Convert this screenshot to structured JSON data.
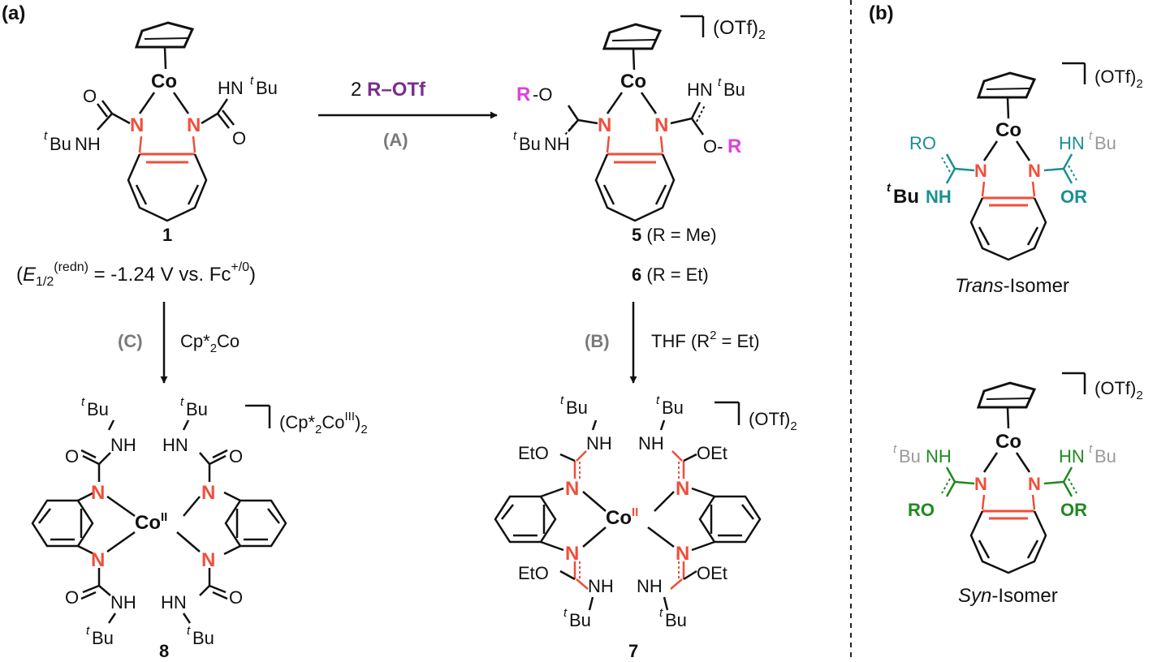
{
  "panels": {
    "a": "(a)",
    "b": "(b)"
  },
  "colors": {
    "bond_red": "#f04e3a",
    "reagent_purple": "#7b2d8e",
    "r_magenta": "#e040e0",
    "step_gray": "#7a7a7a",
    "trans_teal": "#1a8f94",
    "syn_green": "#1e8a1e",
    "muted_gray": "#9a9a9a",
    "black": "#111111"
  },
  "atoms": {
    "co": "Co",
    "co_ii": "Co",
    "ii": "II",
    "n": "N",
    "o": "O",
    "r": "R",
    "bu": "Bu",
    "t": "t",
    "hn": "HN",
    "nh": "NH",
    "ro": "RO",
    "or": "OR",
    "eto": "EtO",
    "oet": "OEt"
  },
  "reactions": {
    "a_reagent_num": "2 ",
    "a_reagent": "R–OTf",
    "a_step": "(A)",
    "b_step": "(B)",
    "b_reagent": "THF (R",
    "b_sup": "2",
    "b_tail": " = Et)",
    "c_step": "(C)",
    "c_reagent": "Cp*",
    "c_sub": "2",
    "c_tail": "Co"
  },
  "compounds": {
    "c1": {
      "label": "1",
      "e_open": "(",
      "e_E": "E",
      "e_sub": "1/2",
      "e_sup": "(redn)",
      "e_value": " = -1.24 V vs. Fc",
      "e_sup2": "+/0",
      "e_close": ")"
    },
    "c5": {
      "label": "5",
      "desc": " (R = Me)"
    },
    "c6": {
      "label": "6",
      "desc": " (R = Et)"
    },
    "c7": {
      "label": "7"
    },
    "c8": {
      "label": "8"
    }
  },
  "counterions": {
    "otf": "(OTf)",
    "sub2": "2",
    "cp_open": "(Cp*",
    "cp_sub": "2",
    "cp_mid": "Co",
    "cp_sup": "III",
    "cp_close": ")"
  },
  "isomers": {
    "trans": {
      "italic": "Trans",
      "rest": "-Isomer"
    },
    "syn": {
      "italic": "Syn",
      "rest": "-Isomer"
    }
  }
}
